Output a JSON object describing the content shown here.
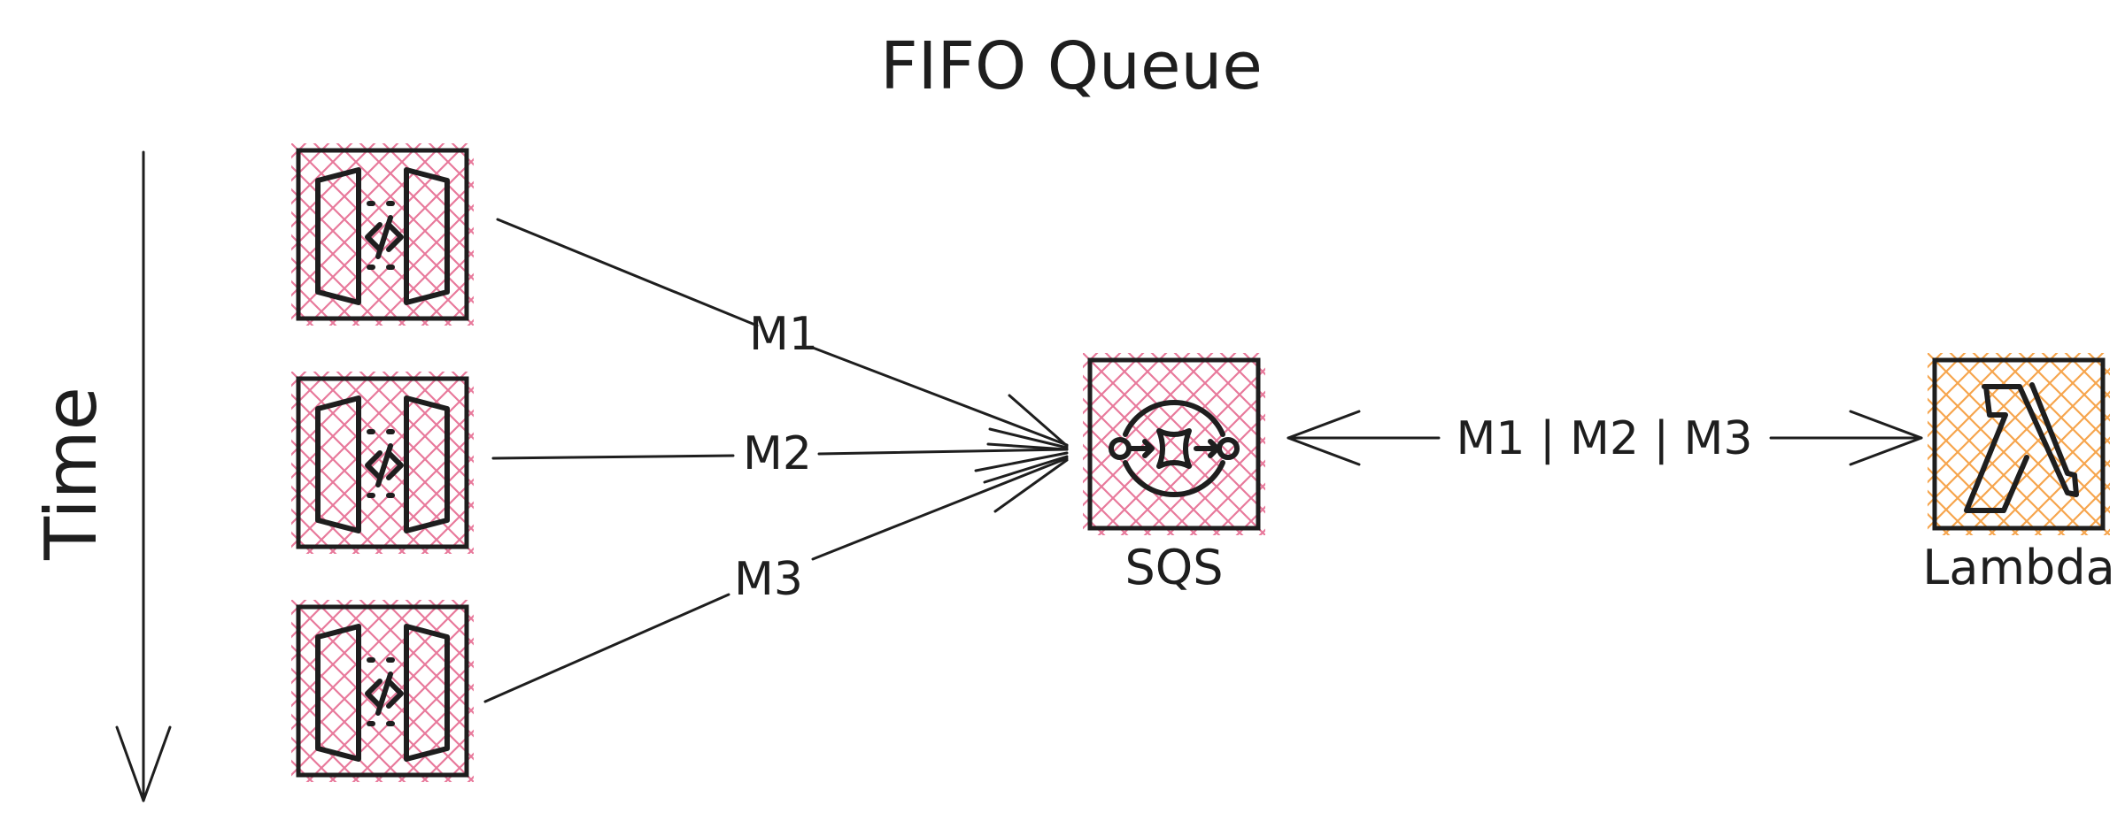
{
  "diagram": {
    "title": "FIFO Queue",
    "time_label": "Time",
    "nodes": {
      "producers": [
        {
          "id": "producer-1",
          "icon": "api-gateway-icon"
        },
        {
          "id": "producer-2",
          "icon": "api-gateway-icon"
        },
        {
          "id": "producer-3",
          "icon": "api-gateway-icon"
        }
      ],
      "queue": {
        "label": "SQS",
        "icon": "sqs-queue-icon"
      },
      "consumer": {
        "label": "Lambda",
        "icon": "lambda-icon"
      }
    },
    "edges": [
      {
        "from": "producer-1",
        "to": "SQS",
        "label": "M1"
      },
      {
        "from": "producer-2",
        "to": "SQS",
        "label": "M2"
      },
      {
        "from": "producer-3",
        "to": "SQS",
        "label": "M3"
      },
      {
        "from": "SQS",
        "to": "Lambda",
        "label": "M1 | M2 | M3",
        "bidirectional": true
      }
    ],
    "colors": {
      "stroke": "#1e1e1e",
      "pink_hatch": "#e8799b",
      "orange_hatch": "#f6a54d",
      "background": "#ffffff"
    }
  }
}
